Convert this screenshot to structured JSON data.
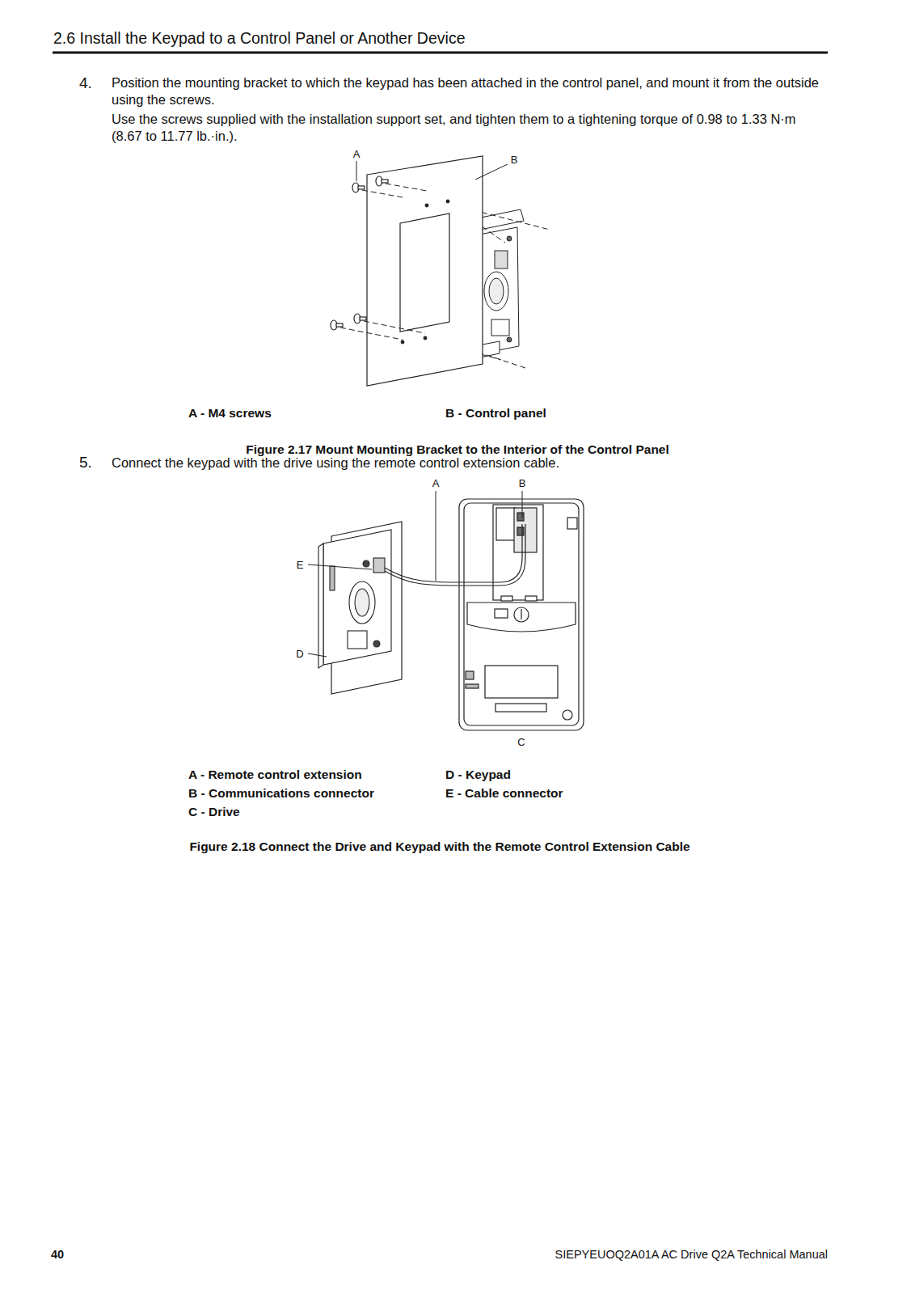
{
  "diagram": {
    "title": "2.6 Install the Keypad to a Control Panel or Another Device",
    "labels": [
      "4.",
      "Position the mounting bracket to which the keypad has been attached in the control panel, and mount it from the outside using the screws.",
      "Use the screws supplied with the installation support set, and tighten them to a tightening torque of 0.98 to 1.33 N·m (8.67 to 11.77 lb.·in.).",
      "A",
      "B",
      "A - M4 screws",
      "B - Control panel",
      "Figure 2.17 Mount Mounting Bracket to the Interior of the Control Panel",
      "5.",
      "Connect the keypad with the drive using the remote control extension cable.",
      "A",
      "B",
      "E",
      "D",
      "C",
      "A - Remote control extension",
      "D - Keypad",
      "B - Communications connector",
      "E - Cable connector",
      "C - Drive",
      "Figure 2.18 Connect the Drive and Keypad with the Remote Control Extension Cable",
      "40",
      "SIEPYEUOQ2A01A AC Drive Q2A Technical Manual"
    ]
  }
}
